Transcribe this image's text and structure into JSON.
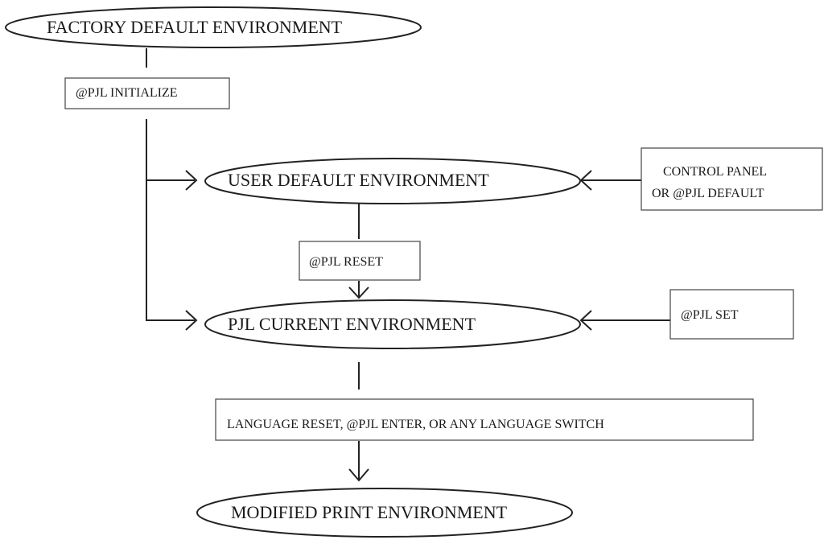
{
  "nodes": {
    "factory_default": "FACTORY  DEFAULT ENVIRONMENT",
    "user_default": "USER DEFAULT ENVIRONMENT",
    "pjl_current": "PJL CURRENT ENVIRONMENT",
    "modified_print": "MODIFIED PRINT ENVIRONMENT"
  },
  "commands": {
    "initialize": "@PJL INITIALIZE",
    "control_panel_line1": "CONTROL PANEL",
    "control_panel_line2": "OR @PJL DEFAULT",
    "reset": "@PJL RESET",
    "set": "@PJL SET",
    "language_switch": "LANGUAGE RESET, @PJL ENTER, OR ANY LANGUAGE SWITCH"
  }
}
